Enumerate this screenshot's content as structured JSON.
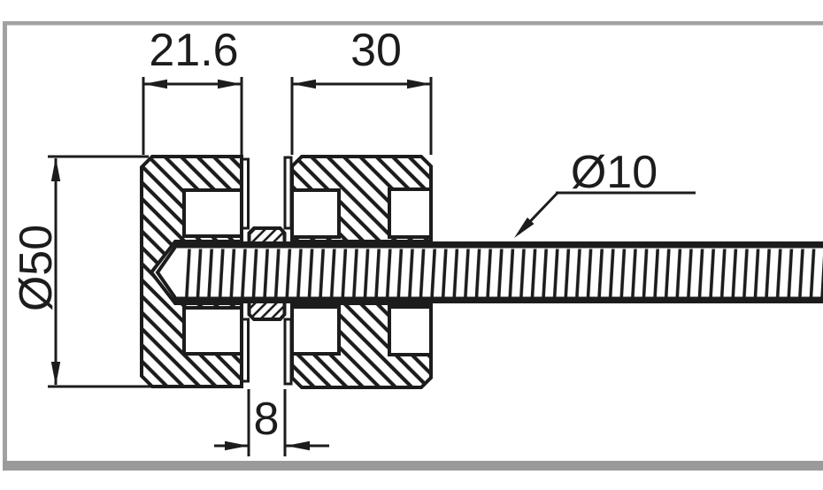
{
  "drawing": {
    "type": "technical-cross-section",
    "labels": {
      "left_width": "21.6",
      "right_width": "30",
      "gap_width": "8",
      "disc_diameter": "Ø50",
      "rod_diameter": "Ø10"
    },
    "colors": {
      "line": "#1c1c1c",
      "frame": "#a1a1a1",
      "background": "#ffffff"
    }
  }
}
